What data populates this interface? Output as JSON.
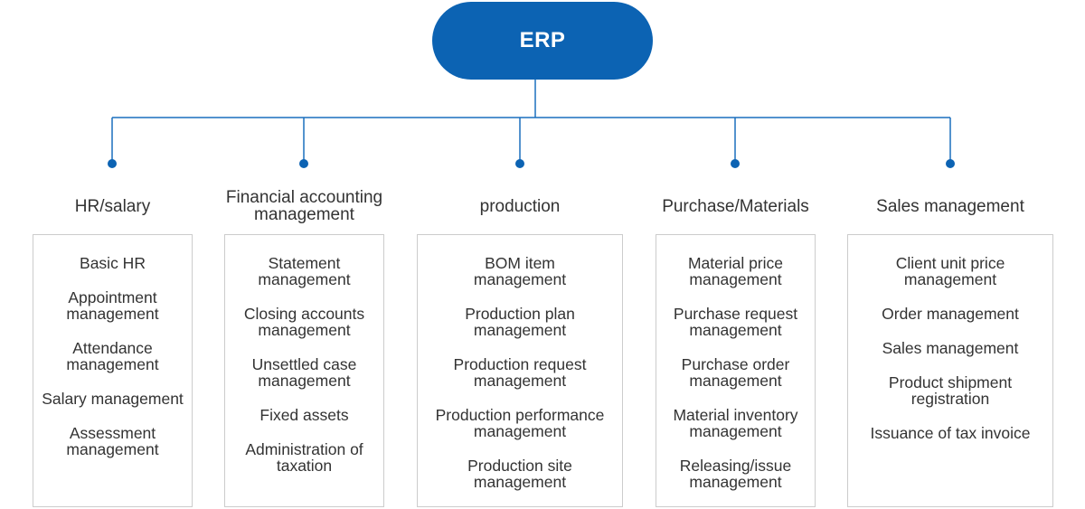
{
  "root": {
    "label": "ERP"
  },
  "colors": {
    "accent": "#0c63b3",
    "connector": "#1a6fbd",
    "border": "#cccccc",
    "text": "#333333"
  },
  "columns": [
    {
      "title": "HR/salary",
      "items": [
        "Basic HR",
        "Appointment management",
        "Attendance management",
        "Salary management",
        "Assessment management"
      ]
    },
    {
      "title": "Financial accounting management",
      "items": [
        "Statement management",
        "Closing accounts management",
        "Unsettled case management",
        "Fixed assets",
        "Administration of taxation"
      ]
    },
    {
      "title": "production",
      "items": [
        "BOM item management",
        "Production plan management",
        "Production request management",
        "Production performance management",
        "Production site management"
      ]
    },
    {
      "title": "Purchase/Materials",
      "items": [
        "Material price management",
        "Purchase request management",
        "Purchase order management",
        "Material inventory management",
        "Releasing/issue management"
      ]
    },
    {
      "title": "Sales management",
      "items": [
        "Client unit price management",
        "Order management",
        "Sales management",
        "Product shipment registration",
        "Issuance of tax invoice"
      ]
    }
  ]
}
